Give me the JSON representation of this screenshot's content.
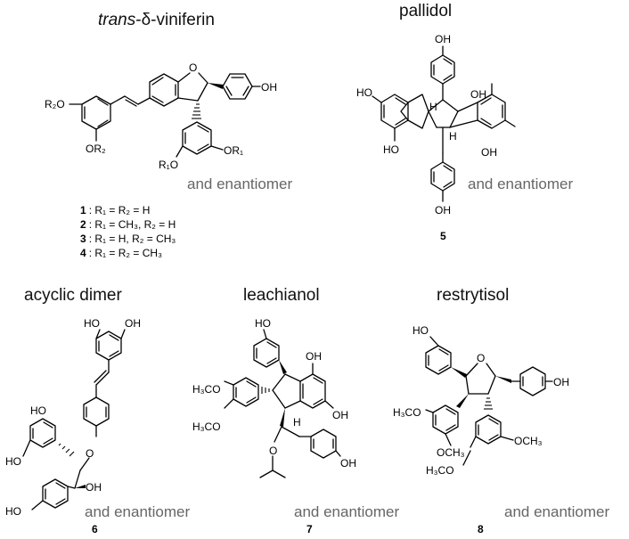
{
  "panels": {
    "viniferin": {
      "title_italic": "trans",
      "title_rest": "-δ-viniferin",
      "enantiomer": "and enantiomer",
      "substituents": [
        {
          "num": "1",
          "text": ": R₁ = R₂ = H"
        },
        {
          "num": "2",
          "text": ": R₁ = CH₃,  R₂ = H"
        },
        {
          "num": "3",
          "text": ": R₁ = H,  R₂ = CH₃"
        },
        {
          "num": "4",
          "text": ": R₁ = R₂ = CH₃"
        }
      ]
    },
    "pallidol": {
      "title": "pallidol",
      "enantiomer": "and enantiomer",
      "number": "5"
    },
    "acyclic": {
      "title": "acyclic dimer",
      "enantiomer": "and enantiomer",
      "number": "6"
    },
    "leachianol": {
      "title": "leachianol",
      "enantiomer": "and enantiomer",
      "number": "7"
    },
    "restrytisol": {
      "title": "restrytisol",
      "enantiomer": "and enantiomer",
      "number": "8"
    }
  },
  "atoms": {
    "OH": "OH",
    "HO": "HO",
    "O": "O",
    "H": "H",
    "R2O": "R₂O",
    "OR2": "OR₂",
    "OR1": "OR₁",
    "R1O": "R₁O",
    "H3CO": "H₃CO",
    "OCH3": "OCH₃"
  }
}
